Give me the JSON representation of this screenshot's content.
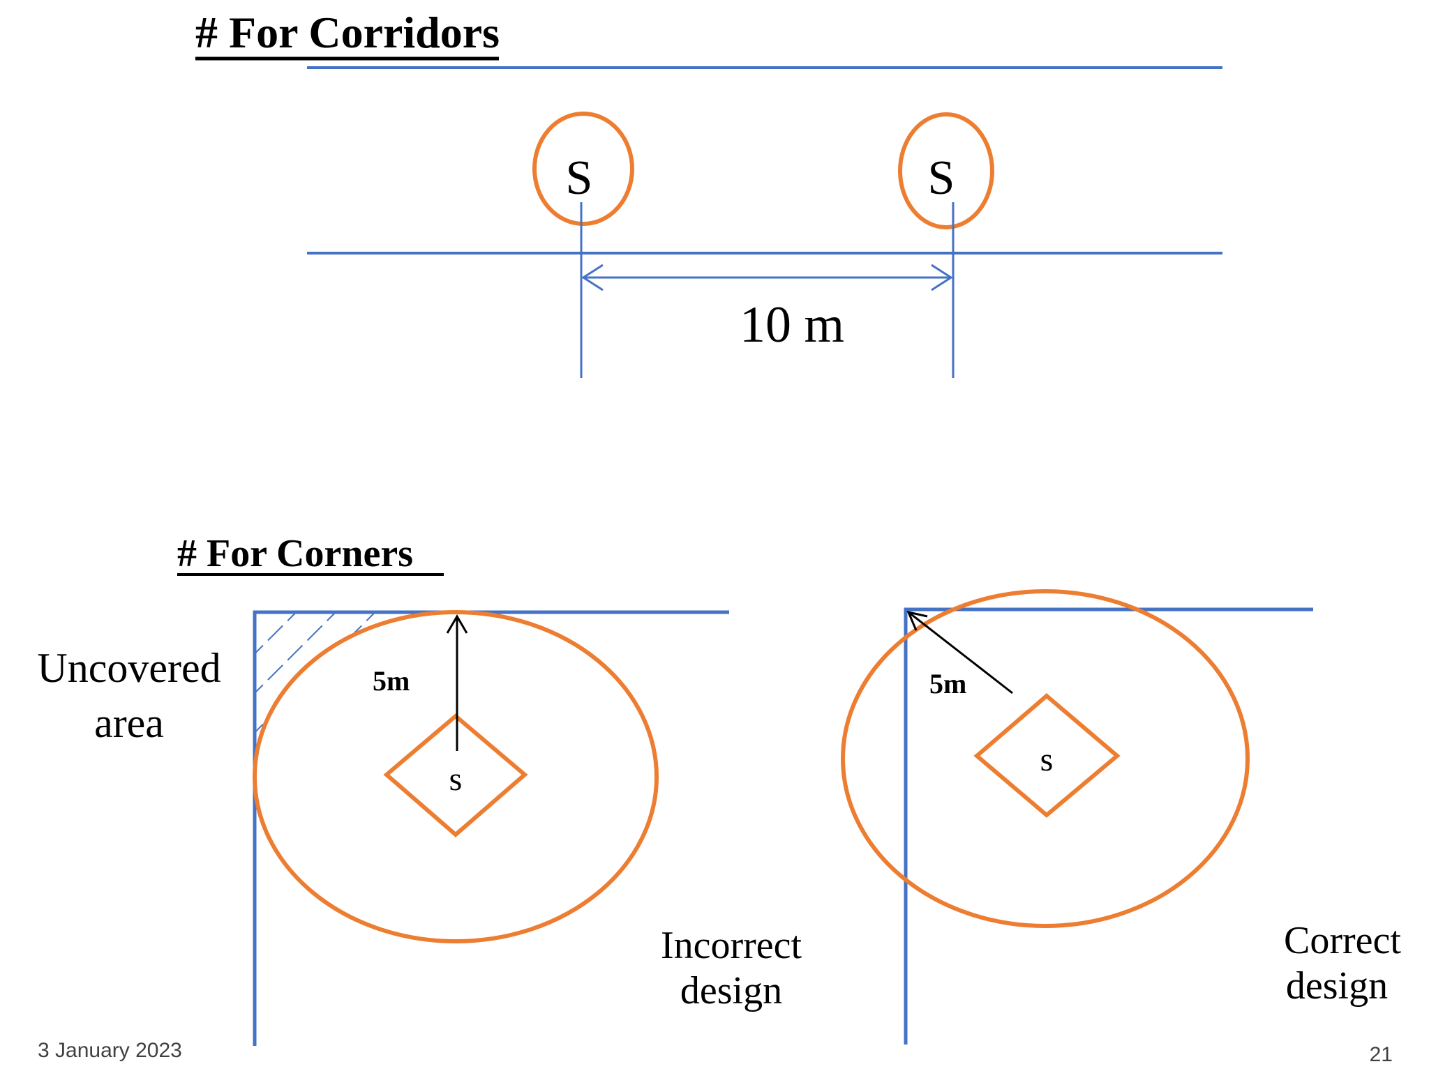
{
  "corridors": {
    "title": "# For Corridors",
    "sensor_labels": [
      "S",
      "S"
    ],
    "distance_label": "10 m"
  },
  "corners": {
    "title": "# For Corners",
    "uncovered_label_line1": "Uncovered",
    "uncovered_label_line2": "area",
    "incorrect": {
      "radius_label": "5m",
      "sensor_label": "s",
      "caption_line1": "Incorrect",
      "caption_line2": "design"
    },
    "correct": {
      "radius_label": "5m",
      "sensor_label": "s",
      "caption_line1": "Correct",
      "caption_line2": "design"
    }
  },
  "footer": {
    "date": "3 January 2023",
    "page_number": "21"
  },
  "colors": {
    "wall": "#4472C4",
    "coverage": "#ED7D31",
    "ink": "#000000",
    "footer_text": "#404040"
  }
}
